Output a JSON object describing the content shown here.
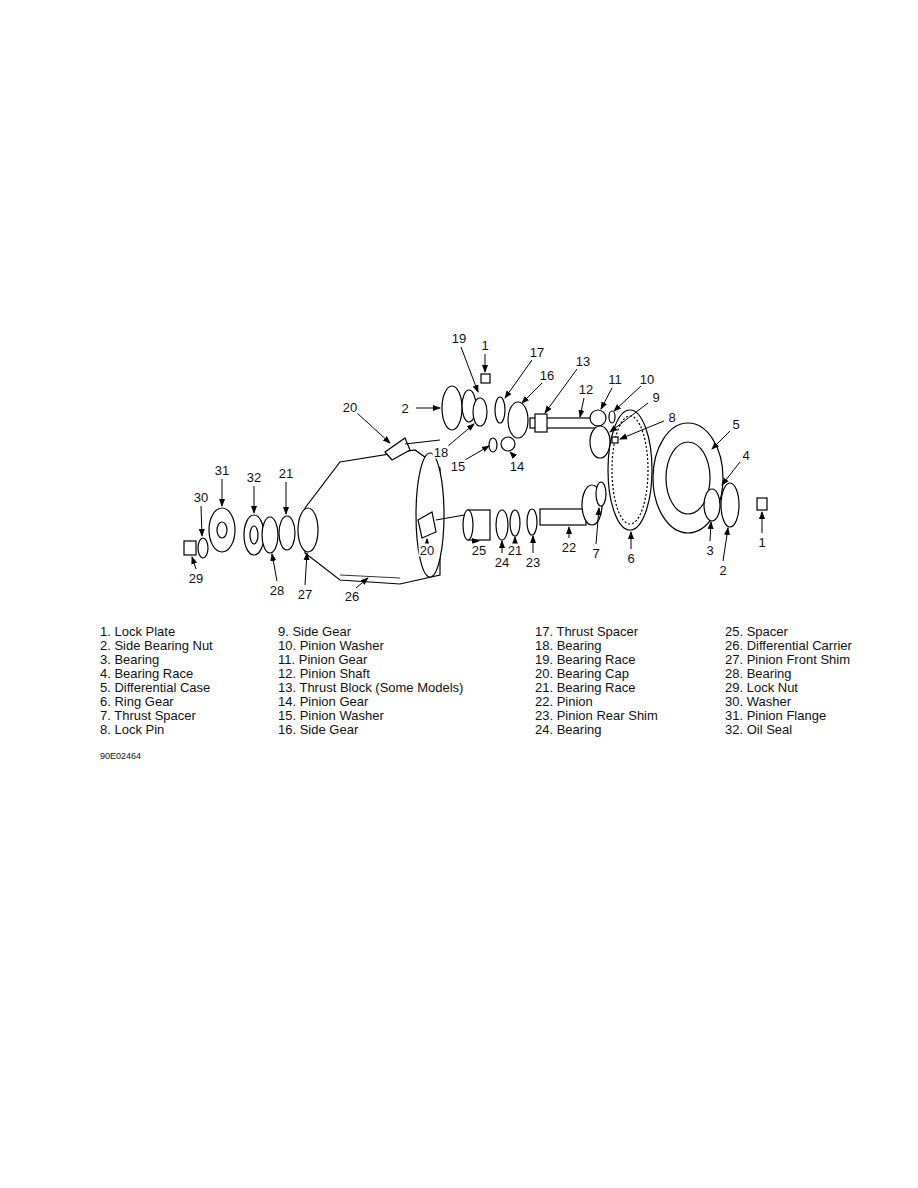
{
  "diagram": {
    "labels": [
      "19",
      "1",
      "17",
      "13",
      "16",
      "12",
      "11",
      "10",
      "9",
      "8",
      "20",
      "2",
      "5",
      "4",
      "18",
      "15",
      "14",
      "31",
      "32",
      "21",
      "30",
      "25",
      "21",
      "24",
      "23",
      "22",
      "7",
      "6",
      "3",
      "2",
      "1",
      "29",
      "28",
      "27",
      "26",
      "20",
      "1. Lock Plate",
      "2. Side Bearing Nut",
      "3. Bearing",
      "4. Bearing Race",
      "5. Differential Case",
      "6. Ring Gear",
      "7. Thrust Spacer",
      "8. Lock Pin",
      "9. Side Gear",
      "10. Pinion Washer",
      "11. Pinion Gear",
      "12. Pinion Shaft",
      "13. Thrust Block (Some Models)",
      "14. Pinion Gear",
      "15. Pinion Washer",
      "16. Side Gear",
      "17. Thrust Spacer",
      "18. Bearing",
      "19. Bearing Race",
      "20. Bearing Cap",
      "21. Bearing Race",
      "22. Pinion",
      "23. Pinion Rear Shim",
      "24. Bearing",
      "25. Spacer",
      "26. Differential Carrier",
      "27. Pinion Front Shim",
      "28. Bearing",
      "29. Lock Nut",
      "30. Washer",
      "31. Pinion Flange",
      "32. Oil Seal",
      "90E02464"
    ]
  }
}
